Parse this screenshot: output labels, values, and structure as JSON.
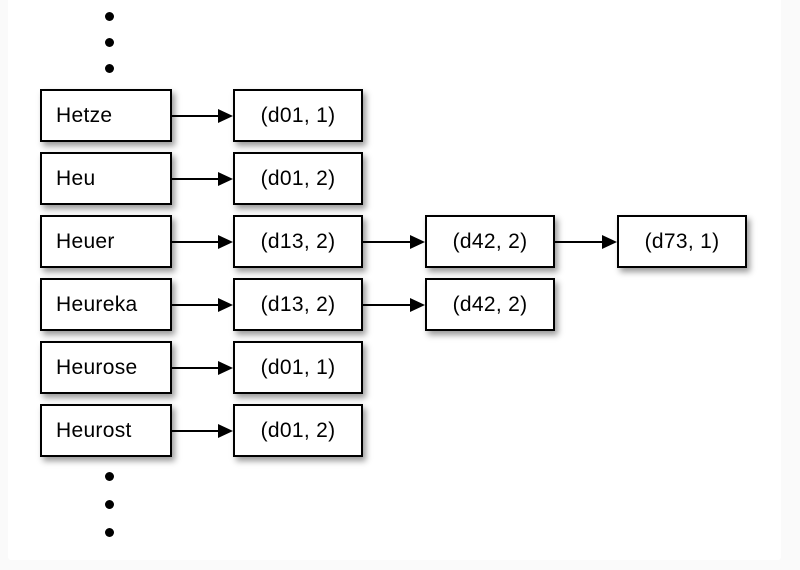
{
  "diagram": {
    "description": "inverted-index term dictionary with postings list chains",
    "rows": [
      {
        "term": "Hetze",
        "postings": [
          "(d01, 1)"
        ]
      },
      {
        "term": "Heu",
        "postings": [
          "(d01, 2)"
        ]
      },
      {
        "term": "Heuer",
        "postings": [
          "(d13, 2)",
          "(d42, 2)",
          "(d73, 1)"
        ]
      },
      {
        "term": "Heureka",
        "postings": [
          "(d13, 2)",
          "(d42, 2)"
        ]
      },
      {
        "term": "Heurose",
        "postings": [
          "(d01, 1)"
        ]
      },
      {
        "term": "Heurost",
        "postings": [
          "(d01, 2)"
        ]
      }
    ],
    "ellipsis_top_dots": 3,
    "ellipsis_bottom_dots": 3,
    "colors": {
      "canvas_background": "#ffffff",
      "page_margin_background": "#fafafa",
      "box_fill": "#ffffff",
      "box_border": "#000000",
      "text": "#000000",
      "arrow": "#000000",
      "shadow": "rgba(0,0,0,0.40)"
    }
  }
}
